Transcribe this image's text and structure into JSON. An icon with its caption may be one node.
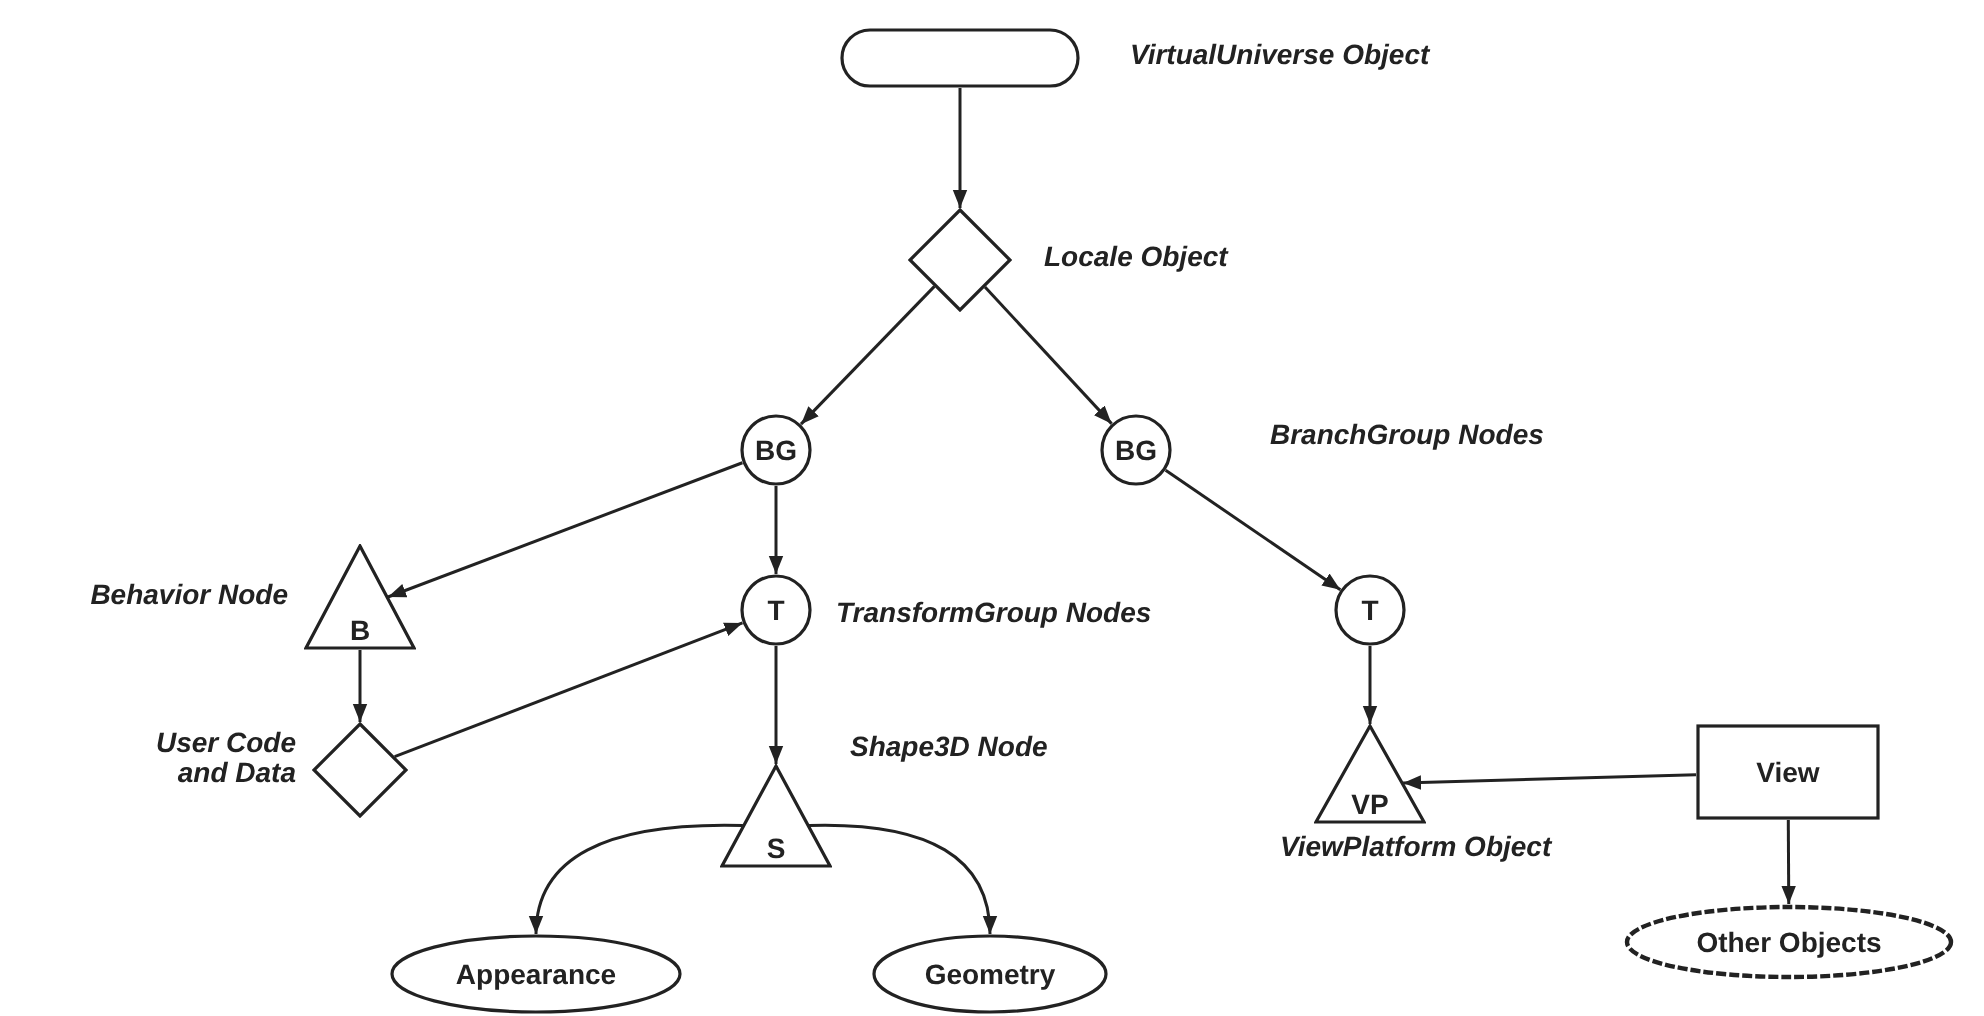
{
  "diagram": {
    "nodes": [
      {
        "text": [],
        "shape": "box",
        "beside": [
          "VirtualUniverse Object"
        ]
      },
      {
        "text": [],
        "shape": "diamond",
        "beside": [
          "Locale Object"
        ]
      },
      {
        "text": [
          "BG"
        ]
      },
      {
        "text": [
          "BG"
        ]
      },
      {
        "text": [
          "B"
        ],
        "beside": [
          "Behavior Node"
        ]
      },
      {
        "text": [
          "T"
        ]
      },
      {
        "text": [],
        "shape": "diamond",
        "beside": [
          "User Code and Data"
        ]
      },
      {
        "text": [
          "S"
        ],
        "beside": [
          "Shape3D Node"
        ]
      },
      {
        "text": [
          "T"
        ]
      },
      {
        "text": [
          "VP"
        ],
        "beside": [
          "ViewPlatform Object"
        ]
      },
      {
        "text": [
          "View"
        ]
      },
      {
        "text": [
          "Appearance"
        ]
      },
      {
        "text": [
          "Geometry"
        ]
      },
      {
        "text": [
          "Other Objects"
        ]
      }
    ],
    "edges": [
      {
        "from": 0,
        "to": 1,
        "arrow": "to"
      },
      {
        "from": 1,
        "to": 2,
        "arrow": "to"
      },
      {
        "from": 1,
        "to": 3,
        "arrow": "to"
      },
      {
        "from": 2,
        "to": 4,
        "arrow": "to"
      },
      {
        "from": 2,
        "to": 5,
        "arrow": "to"
      },
      {
        "from": 3,
        "to": 8,
        "arrow": "to"
      },
      {
        "from": 4,
        "to": 6,
        "arrow": "to"
      },
      {
        "from": 6,
        "to": 5,
        "arrow": "to"
      },
      {
        "from": 5,
        "to": 7,
        "arrow": "to"
      },
      {
        "from": 7,
        "to": 11,
        "arrow": "to"
      },
      {
        "from": 7,
        "to": 12,
        "arrow": "to"
      },
      {
        "from": 8,
        "to": 9,
        "arrow": "to"
      },
      {
        "from": 10,
        "to": 9,
        "arrow": "to"
      },
      {
        "from": 10,
        "to": 13,
        "arrow": "to"
      }
    ],
    "labels": [
      "BranchGroup Nodes",
      "TransformGroup Nodes"
    ]
  }
}
